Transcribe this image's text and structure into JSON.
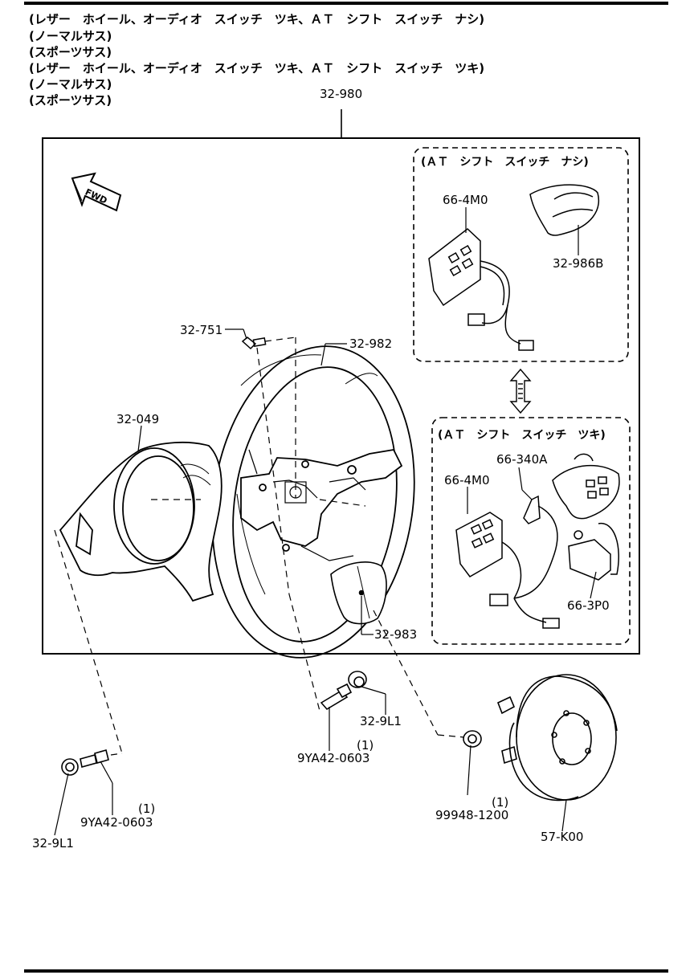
{
  "header_lines": [
    "(レザー　ホイール、オーディオ　スイッチ　ツキ、ＡＴ　シフト　スイッチ　ナシ)",
    "(ノーマルサス)",
    "(スポーツサス)",
    "(レザー　ホイール、オーディオ　スイッチ　ツキ、ＡＴ　シフト　スイッチ　ツキ)",
    "(ノーマルサス)",
    "(スポーツサス)"
  ],
  "fwd_label": "FWD",
  "box_top_title": "(ＡＴ　シフト　スイッチ　ナシ)",
  "box_bottom_title": "(ＡＴ　シフト　スイッチ　ツキ)",
  "parts": {
    "p32_980": "32-980",
    "p66_4m0_a": "66-4M0",
    "p32_986b": "32-986B",
    "p32_751": "32-751",
    "p32_982": "32-982",
    "p32_049": "32-049",
    "p66_340a": "66-340A",
    "p66_4m0_b": "66-4M0",
    "p66_3p0": "66-3P0",
    "p32_983": "32-983",
    "p32_9l1_a": "32-9L1",
    "p9ya42_a": "9YA42-0603",
    "q9ya42_a": "(1)",
    "p99948": "99948-1200",
    "q99948": "(1)",
    "p9ya42_b": "9YA42-0603",
    "q9ya42_b": "(1)",
    "p32_9l1_b": "32-9L1",
    "p57_k00": "57-K00"
  }
}
